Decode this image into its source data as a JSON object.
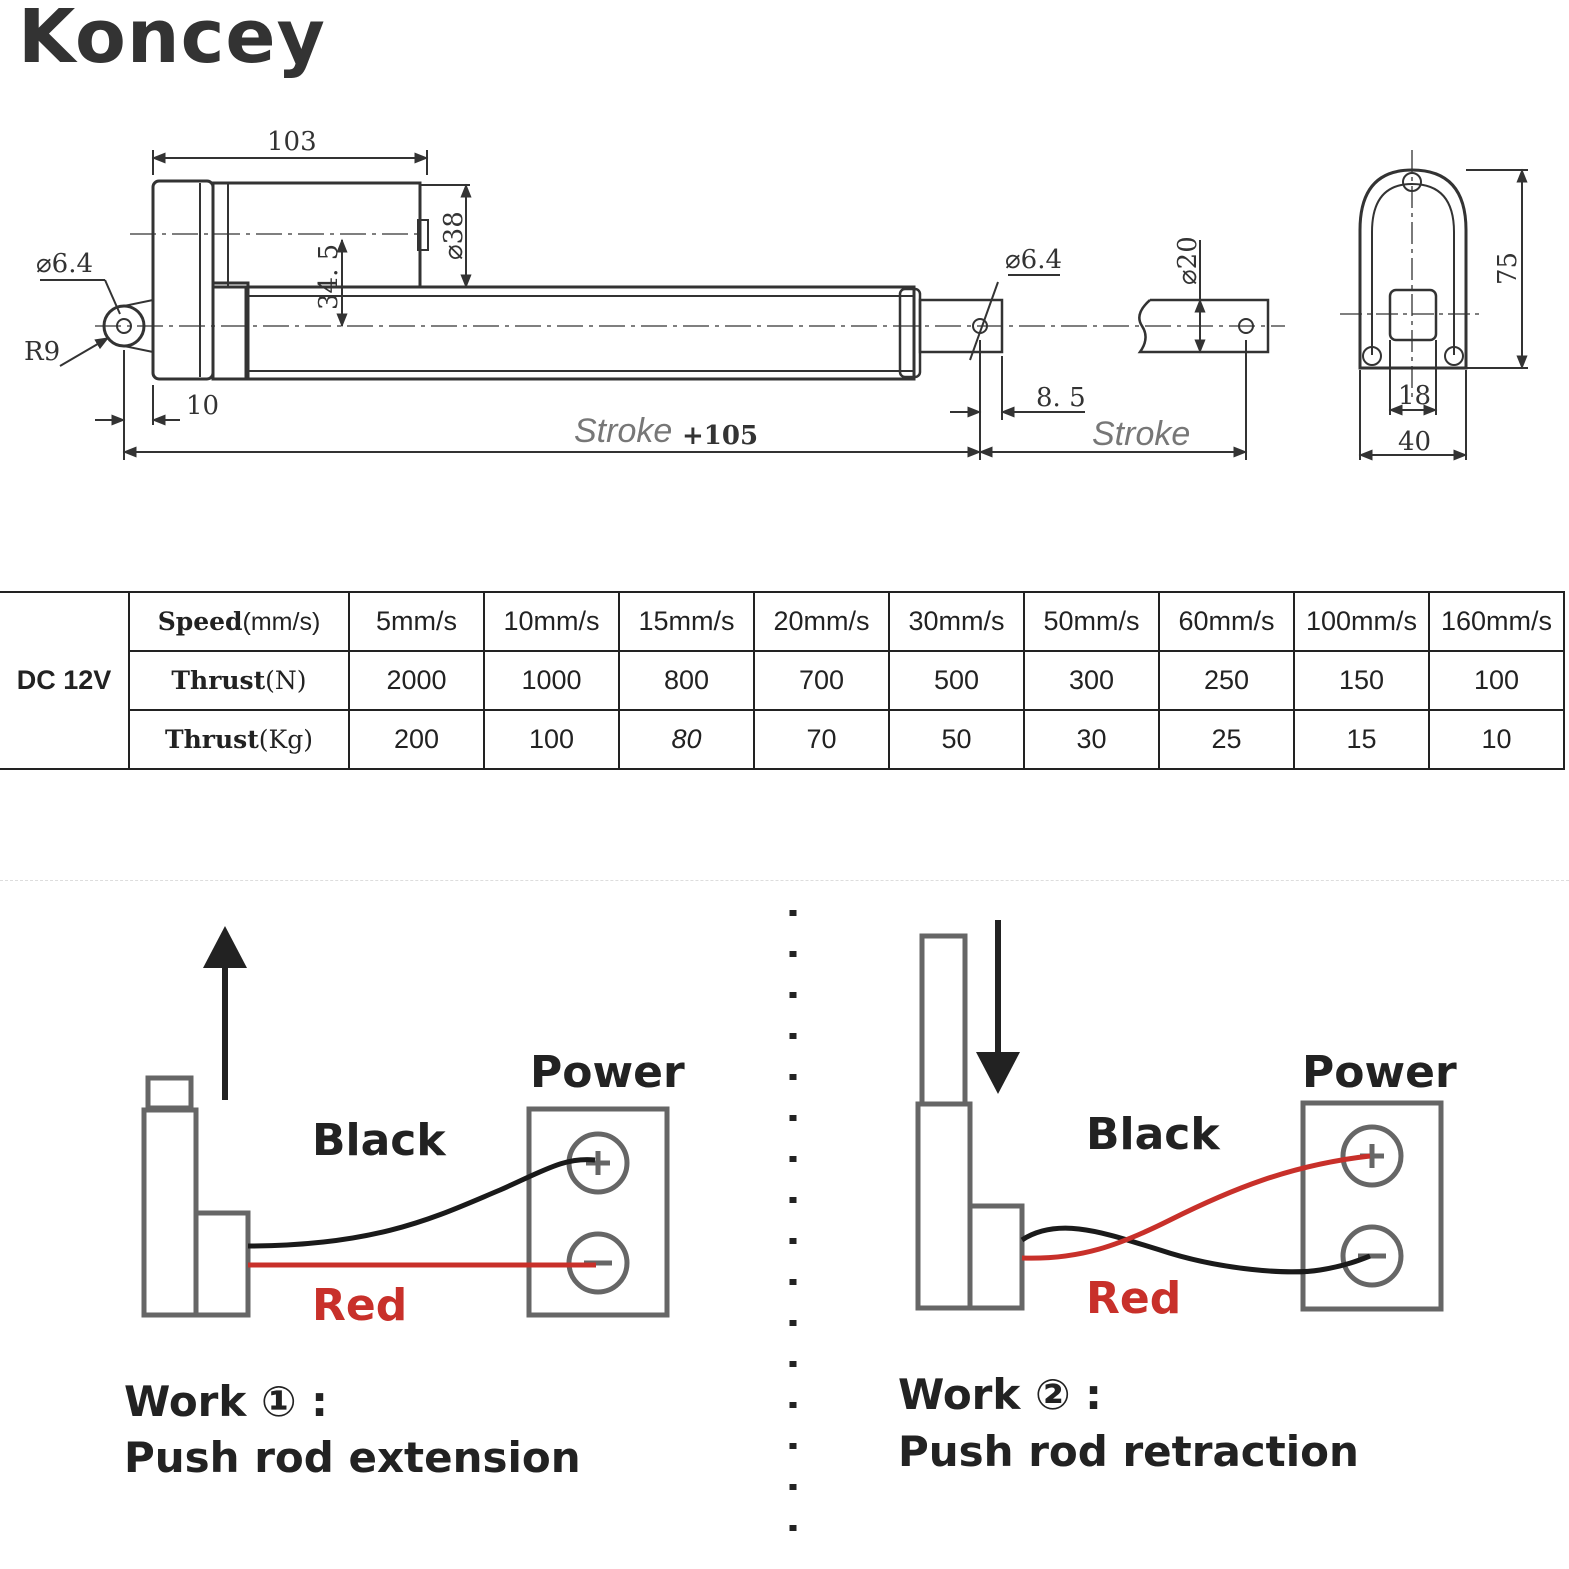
{
  "brand": "Koncey",
  "dimensions": {
    "length_103": "103",
    "dia_38": "⌀38",
    "offset_34_5": "34. 5",
    "hole_left": "⌀6.4",
    "radius_r9": "R9",
    "gap_10": "10",
    "hole_right": "⌀6.4",
    "rod_dia_20": "⌀20",
    "gap_8_5": "8. 5",
    "stroke_plus": "Stroke",
    "stroke_plus_value": "+105",
    "stroke": "Stroke",
    "height_75": "75",
    "width_18": "18",
    "width_40": "40"
  },
  "spec_table": {
    "voltage": "DC 12V",
    "speed_label": "Speed",
    "speed_unit": "(mm/s)",
    "thrust_n_label": "Thrust",
    "thrust_n_unit": "(N)",
    "thrust_kg_label": "Thrust",
    "thrust_kg_unit": "(Kg)",
    "speeds": [
      "5mm/s",
      "10mm/s",
      "15mm/s",
      "20mm/s",
      "30mm/s",
      "50mm/s",
      "60mm/s",
      "100mm/s",
      "160mm/s"
    ],
    "thrust_n": [
      "2000",
      "1000",
      "800",
      "700",
      "500",
      "300",
      "250",
      "150",
      "100"
    ],
    "thrust_kg": [
      "200",
      "100",
      "80",
      "70",
      "50",
      "30",
      "25",
      "15",
      "10"
    ]
  },
  "wiring": {
    "left": {
      "power": "Power",
      "black": "Black",
      "red": "Red",
      "plus": "+",
      "minus": "−",
      "work_title": "Work ① :",
      "work_desc": "Push rod extension"
    },
    "right": {
      "power": "Power",
      "black": "Black",
      "red": "Red",
      "plus": "+",
      "minus": "−",
      "work_title": "Work ② :",
      "work_desc": "Push rod retraction"
    }
  },
  "colors": {
    "black_wire": "#1a1a1a",
    "red_wire": "#c8302a",
    "red_text": "#c8302a",
    "outline": "#666666"
  }
}
